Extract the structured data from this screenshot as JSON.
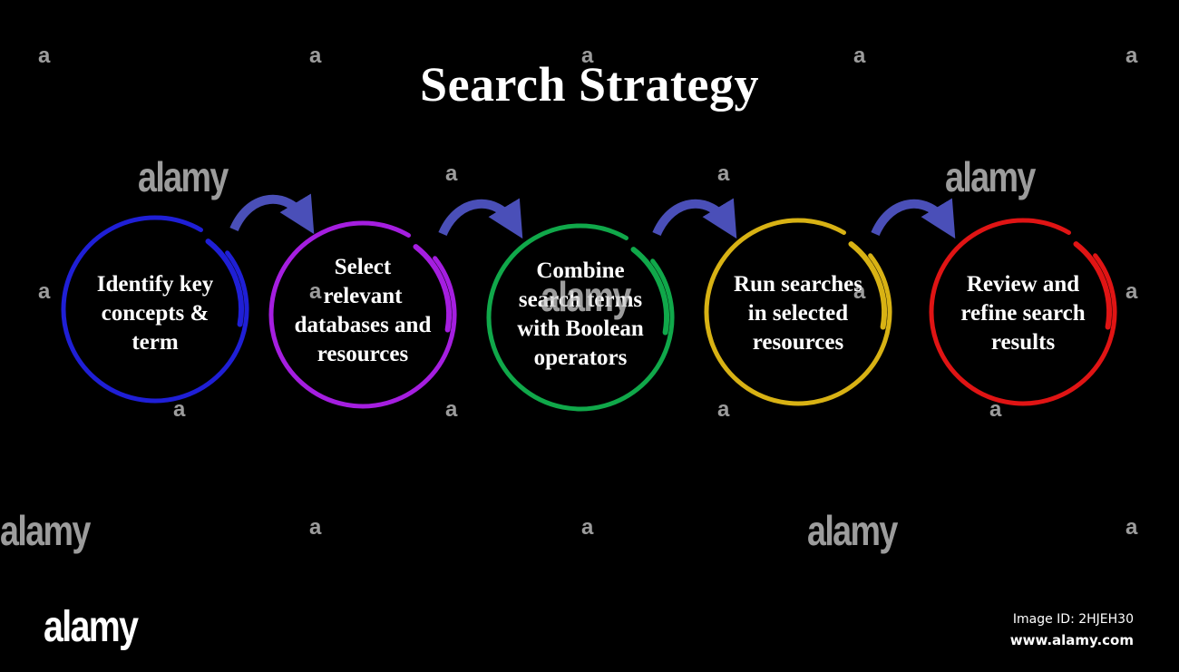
{
  "title": "Search Strategy",
  "steps": [
    {
      "lines": [
        "Identify key",
        "concepts &",
        "term"
      ],
      "color": "#1f1fd6"
    },
    {
      "lines": [
        "Select",
        "relevant",
        "databases and",
        "resources"
      ],
      "color": "#a51ee0"
    },
    {
      "lines": [
        "Combine",
        "search terms",
        "with Boolean",
        "operators"
      ],
      "color": "#10a84a"
    },
    {
      "lines": [
        "Run searches",
        "in selected",
        "resources"
      ],
      "color": "#d8b214"
    },
    {
      "lines": [
        "Review and",
        "refine search",
        "results"
      ],
      "color": "#e01414"
    }
  ],
  "arrow_color": "#4a4fb8",
  "watermark": {
    "word": "alamy",
    "letter": "a"
  },
  "footer": {
    "logo": "alamy",
    "image_id": "Image ID: 2HJEH30",
    "url": "www.alamy.com"
  }
}
